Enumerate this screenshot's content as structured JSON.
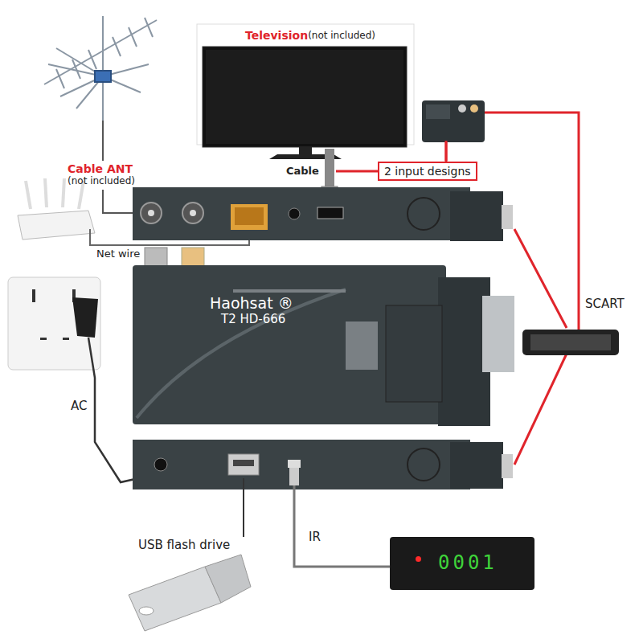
{
  "diagram": {
    "nodes": [
      {
        "text": [
          "2 input designs"
        ]
      },
      {
        "text": [
          "Haohsat ®",
          "T2 HD-666"
        ]
      },
      {
        "text": [
          "0001"
        ]
      }
    ],
    "labels": [
      "Television",
      "(not included)",
      "Cable ANT",
      "(not included)",
      "Cable",
      "Net wire",
      "SCART",
      "AC",
      "USB flash drive",
      "IR"
    ]
  }
}
